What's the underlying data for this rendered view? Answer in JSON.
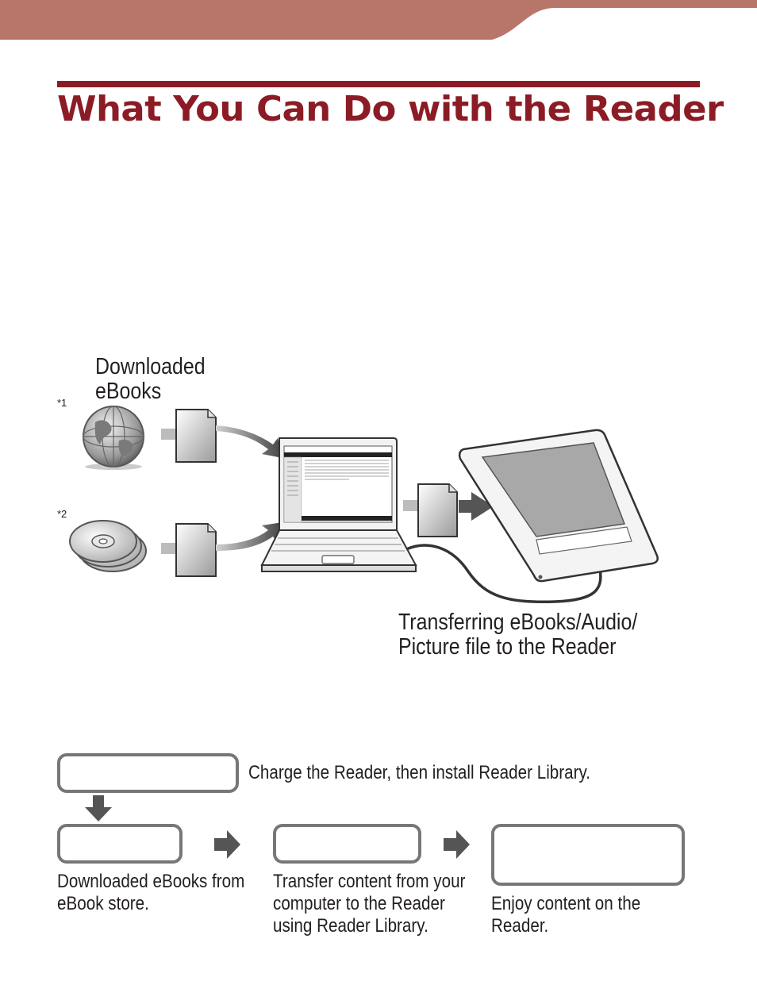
{
  "colors": {
    "header_band": "#b8766a",
    "title": "#8b1c25",
    "box_border": "#777777",
    "arrow": "#555555"
  },
  "page": {
    "title": "What You Can Do with the Reader"
  },
  "illustration": {
    "label_downloaded": "Downloaded\neBooks",
    "note_1": "*1",
    "note_2": "*2",
    "label_transfer": "Transferring eBooks/Audio/\nPicture file to the Reader",
    "icons": [
      "globe-icon",
      "cd-stack-icon",
      "document-icon",
      "laptop-icon",
      "reader-device-icon",
      "arrow-icon"
    ]
  },
  "flow": {
    "step1_desc": "Charge the Reader, then install Reader Library.",
    "step2_desc": "Downloaded eBooks from\neBook store.",
    "step3_desc": "Transfer content from your\ncomputer to the Reader\nusing Reader Library.",
    "step4_desc": "Enjoy content on the\nReader."
  }
}
